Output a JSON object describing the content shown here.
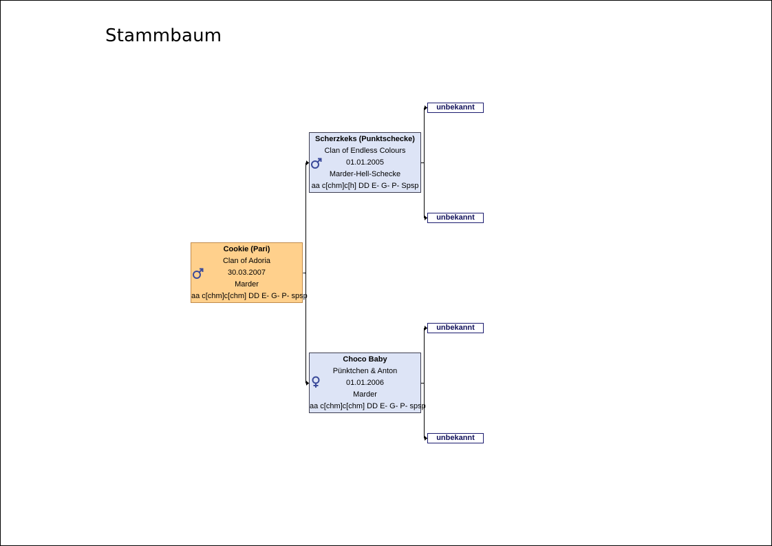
{
  "page": {
    "title": "Stammbaum"
  },
  "tree": {
    "root": {
      "sex": "male-icon",
      "name": "Cookie (Pari)",
      "breeder": "Clan of Adoria",
      "date": "30.03.2007",
      "color": "Marder",
      "genotype": "aa c[chm]c[chm] DD E- G- P- spsp",
      "box_color": "#ffd08c"
    },
    "father": {
      "sex": "male-icon",
      "name": "Scherzkeks (Punktschecke)",
      "breeder": "Clan of Endless Colours",
      "date": "01.01.2005",
      "color": "Marder-Hell-Schecke",
      "genotype": "aa c[chm]c[h] DD E- G- P- Spsp",
      "box_color": "#dde4f6"
    },
    "mother": {
      "sex": "female-icon",
      "name": "Choco Baby",
      "breeder": "Pünktchen & Anton",
      "date": "01.01.2006",
      "color": "Marder",
      "genotype": "aa c[chm]c[chm] DD E- G- P- spsp",
      "box_color": "#dde4f6"
    },
    "grandparents": [
      {
        "label": "unbekannt"
      },
      {
        "label": "unbekannt"
      },
      {
        "label": "unbekannt"
      },
      {
        "label": "unbekannt"
      }
    ]
  }
}
